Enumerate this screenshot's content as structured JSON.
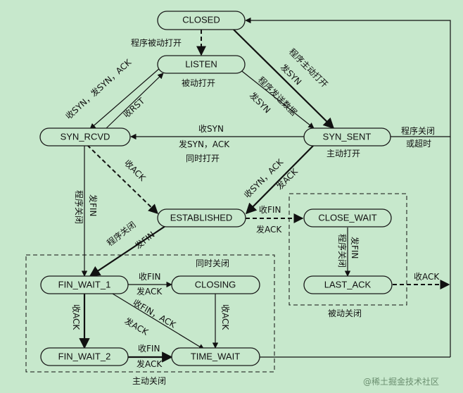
{
  "states": {
    "closed": "CLOSED",
    "listen": "LISTEN",
    "syn_rcvd": "SYN_RCVD",
    "syn_sent": "SYN_SENT",
    "established": "ESTABLISHED",
    "close_wait": "CLOSE_WAIT",
    "last_ack": "LAST_ACK",
    "fin_wait_1": "FIN_WAIT_1",
    "closing": "CLOSING",
    "fin_wait_2": "FIN_WAIT_2",
    "time_wait": "TIME_WAIT"
  },
  "labels": {
    "passive_open": "程序被动打开",
    "passive_open2": "被动打开",
    "recv_syn_send_synack": "收SYN，发SYN，ACK",
    "recv_rst": "收RST",
    "active_open_prog": "程序主动打开",
    "send_syn_1": "发SYN",
    "prog_send_data": "程序发送数据",
    "send_syn_2": "发SYN",
    "recv_syn": "收SYN",
    "send_synack": "发SYN，ACK",
    "simul_open": "同时打开",
    "prog_close_timeout_1": "程序关闭",
    "prog_close_timeout_2": "或超时",
    "active_open": "主动打开",
    "recv_ack_1": "收ACK",
    "recv_synack": "收SYN，ACK",
    "send_ack_1": "发ACK",
    "prog_close_1": "程序关闭",
    "send_fin_1": "发FIN",
    "prog_close_2": "程序关闭",
    "send_fin_2": "发FIN",
    "recv_fin_1": "收FIN",
    "send_ack_2": "发ACK",
    "prog_close_3": "程序关闭",
    "send_fin_3": "发FIN",
    "recv_ack_2": "收ACK",
    "passive_close": "被动关闭",
    "simul_close": "同时关闭",
    "recv_fin_2": "收FIN",
    "send_ack_3": "发ACK",
    "recv_fin_ack": "收FIN，ACK",
    "send_ack_4": "发ACK",
    "recv_ack_3": "收ACK",
    "recv_ack_4": "收ACK",
    "recv_fin_3": "收FIN",
    "send_ack_5": "发ACK",
    "active_close": "主动关闭"
  },
  "watermark": "@稀土掘金技术社区"
}
